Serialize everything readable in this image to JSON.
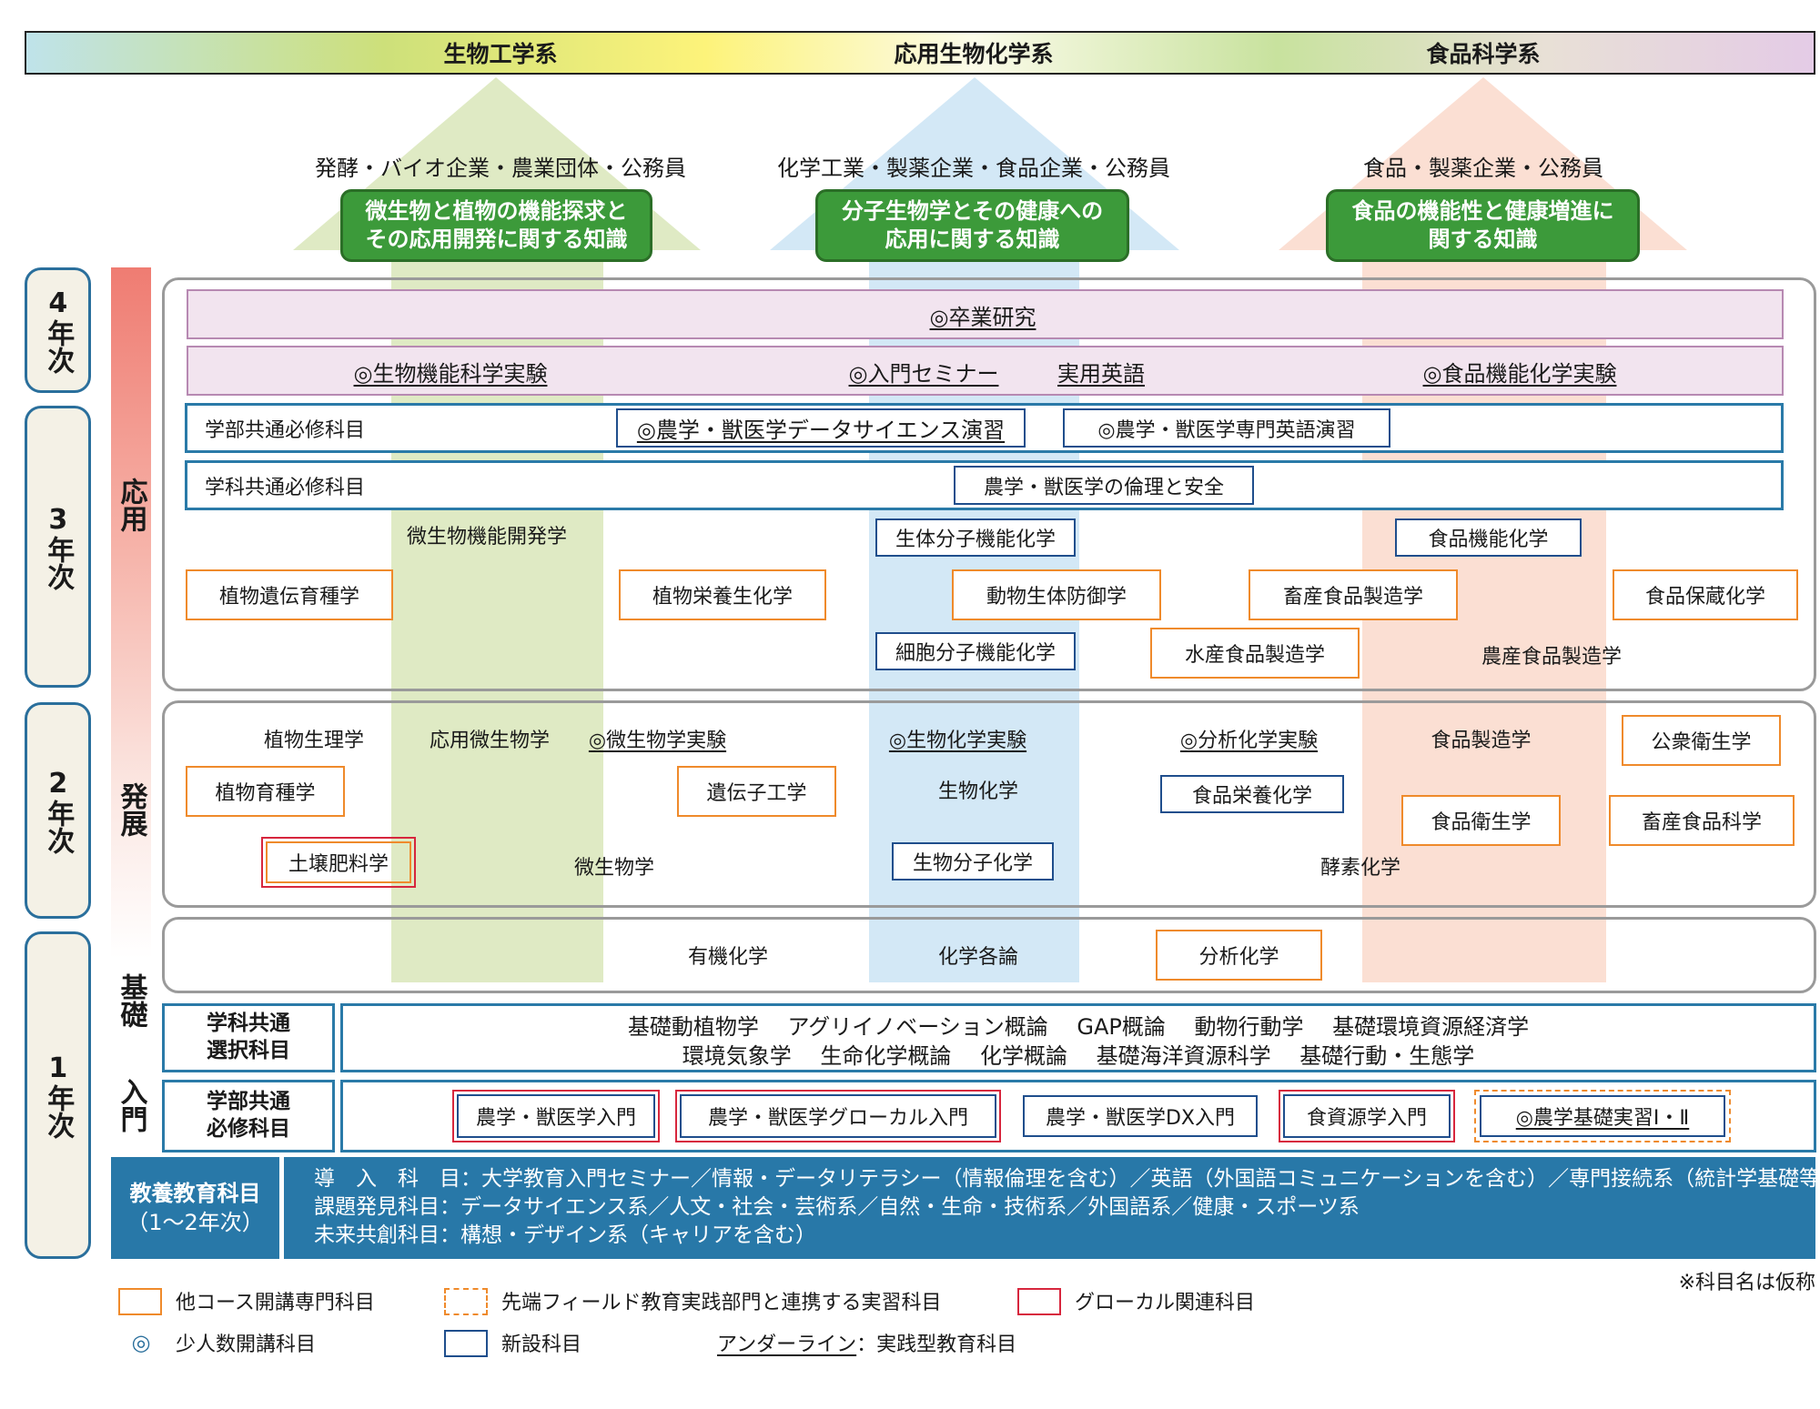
{
  "header": {
    "fields": [
      "生物工学系",
      "応用生物化学系",
      "食品科学系"
    ]
  },
  "careers": {
    "left": "発酵・バイオ企業・農業団体・公務員",
    "mid": "化学工業・製薬企業・食品企業・公務員",
    "right": "食品・製薬企業・公務員"
  },
  "knowledge": {
    "left": [
      "微生物と植物の機能探求と",
      "その応用開発に関する知識"
    ],
    "mid": [
      "分子生物学とその健康への",
      "応用に関する知識"
    ],
    "right": [
      "食品の機能性と健康増進に",
      "関する知識"
    ]
  },
  "years": {
    "y4": "4年次",
    "y3": "3年次",
    "y2": "2年次",
    "y1": "1年次"
  },
  "stages": {
    "ouyou": "応用",
    "hatten": "発展",
    "kiso": "基礎",
    "nyumon": "入門"
  },
  "year4": {
    "row1": "◎卒業研究",
    "row2": [
      "◎生物機能科学実験",
      "◎入門セミナー",
      "実用英語",
      "◎食品機能化学実験"
    ]
  },
  "year3": {
    "faculty_required_label": "学部共通必修科目",
    "faculty_required": [
      "◎農学・獣医学データサイエンス演習",
      "◎農学・獣医学専門英語演習"
    ],
    "dept_required_label": "学科共通必修科目",
    "dept_required": "農学・獣医学の倫理と安全",
    "courses": {
      "biseibutsu_kinou": "微生物機能開発学",
      "seitai_bunshi": "生体分子機能化学",
      "shokuhin_kinou": "食品機能化学",
      "shokubutsu_iden": "植物遺伝育種学",
      "shokubutsu_eiyou": "植物栄養生化学",
      "doubutsu_seitai": "動物生体防御学",
      "chikusan_seizo": "畜産食品製造学",
      "shokuhin_hozo": "食品保蔵化学",
      "saibou_bunshi": "細胞分子機能化学",
      "suisan_seizo": "水産食品製造学",
      "nousan_seizo": "農産食品製造学"
    }
  },
  "year2": {
    "courses": {
      "shokubutsu_seiri": "植物生理学",
      "ouyou_biseibutsu": "応用微生物学",
      "biseibutsu_jikken": "◎微生物学実験",
      "seibutsu_kagaku_jikken": "◎生物化学実験",
      "bunseki_kagaku_jikken": "◎分析化学実験",
      "shokuhin_seizo": "食品製造学",
      "koushu_eisei": "公衆衛生学",
      "shokubutsu_ikushu": "植物育種学",
      "idenshi_kougaku": "遺伝子工学",
      "seibutsu_kagaku": "生物化学",
      "shokuhin_eiyou": "食品栄養化学",
      "shokuhin_eisei": "食品衛生学",
      "chikusan_kagaku": "畜産食品科学",
      "dojou_hiryou": "土壌肥料学",
      "biseibutsugaku": "微生物学",
      "seibutsu_bunshi": "生物分子化学",
      "kouso_kagaku": "酵素化学"
    }
  },
  "year1": {
    "kiso": {
      "yuki": "有機化学",
      "kagaku_kakuron": "化学各論",
      "bunseki": "分析化学"
    },
    "dept_elective_label": [
      "学科共通",
      "選択科目"
    ],
    "dept_elective_line1": "基礎動植物学　 アグリイノベーション概論　 GAP概論　 動物行動学　 基礎環境資源経済学",
    "dept_elective_line2": "環境気象学　 生命化学概論　 化学概論　 基礎海洋資源科学　 基礎行動・生態学",
    "faculty_required_label": [
      "学部共通",
      "必修科目"
    ],
    "faculty_required": [
      "農学・獣医学入門",
      "農学・獣医学グローカル入門",
      "農学・獣医学DX入門",
      "食資源学入門",
      "◎農学基礎実習Ⅰ・Ⅱ"
    ]
  },
  "liberal": {
    "label": [
      "教養教育科目",
      "（1〜2年次）"
    ],
    "lines": [
      "導　入　科　目：大学教育入門セミナー／情報・データリテラシー（情報倫理を含む）／英語（外国語コミュニケーションを含む）／専門接続系（統計学基礎等）",
      "課題発見科目：データサイエンス系／人文・社会・芸術系／自然・生命・技術系／外国語系／健康・スポーツ系",
      "未来共創科目：構想・デザイン系（キャリアを含む）"
    ]
  },
  "note": "※科目名は仮称",
  "legend": {
    "other_course": "他コース開講専門科目",
    "field_practice": "先端フィールド教育実践部門と連携する実習科目",
    "glocal": "グローカル関連科目",
    "small_mark": "◎",
    "small_class": "少人数開講科目",
    "new_course": "新設科目",
    "underline": "アンダーライン",
    "practical": "：実践型教育科目"
  },
  "colors": {
    "green_col": "#dfeac4",
    "blue_col": "#d3e8f6",
    "pink_col": "#fbdfd3",
    "orange_box": "#ef8a2b",
    "navy_box": "#1f4e8c",
    "red_box": "#d7263d",
    "teal_band": "#2a7aa8",
    "knowledge_green": "#3c9a3a"
  }
}
